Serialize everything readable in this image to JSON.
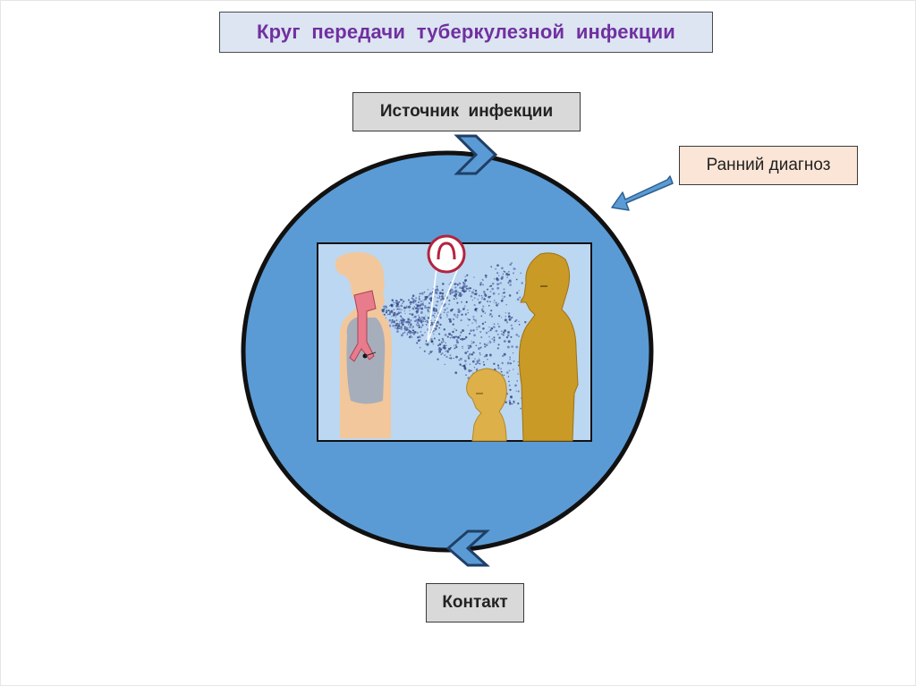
{
  "title": "Круг  передачи  туберкулезной  инфекции",
  "nodes": {
    "source": "Источник  инфекции",
    "contact": "Контакт",
    "early_diagnosis": "Ранний диагноз"
  },
  "colors": {
    "title_text": "#7030a0",
    "title_fill": "#dde4f2",
    "circle_fill": "#5b9bd5",
    "circle_stroke": "#111111",
    "label_fill": "#d9d9d9",
    "diagnosis_fill": "#fbe5d6",
    "pointer_arrow": "#5b9bd5"
  },
  "illustration": {
    "description_icons": [
      "patient-figure-icon",
      "adult-figure-icon",
      "child-figure-icon",
      "bacteria-cloud-icon",
      "magnifier-icon"
    ]
  }
}
